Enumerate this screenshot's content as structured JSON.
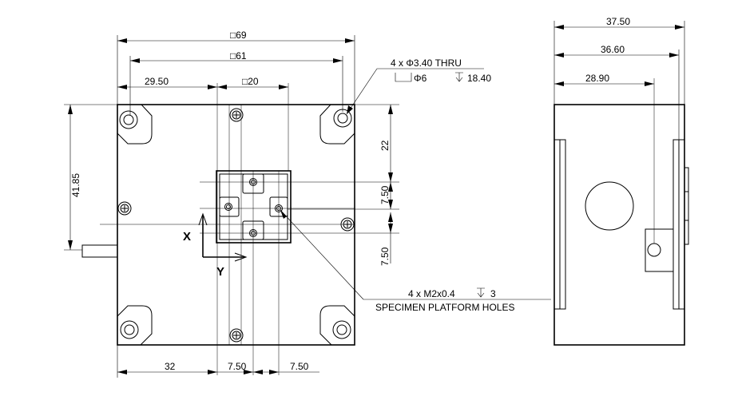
{
  "front_view": {
    "dims": {
      "overall_width": "□69",
      "hole_pitch": "□61",
      "left_offset": "29.50",
      "platform_size": "□20",
      "overall_height": "41.85",
      "top_to_platform": "22",
      "platform_pitch_upper": "7.50",
      "platform_pitch_lower": "7.50",
      "bottom_left": "32",
      "bottom_pitch_left": "7.50",
      "bottom_pitch_right": "7.50"
    },
    "callout_mount": {
      "line1": "4 x  Φ3.40 THRU",
      "counterbore": "Φ6",
      "depth": "18.40"
    },
    "callout_platform": {
      "line1": "4 x M2x0.4",
      "depth": "3",
      "line2": "SPECIMEN PLATFORM HOLES"
    },
    "axes": {
      "x": "X",
      "y": "Y"
    }
  },
  "side_view": {
    "dims": {
      "d1": "37.50",
      "d2": "36.60",
      "d3": "28.90"
    }
  }
}
